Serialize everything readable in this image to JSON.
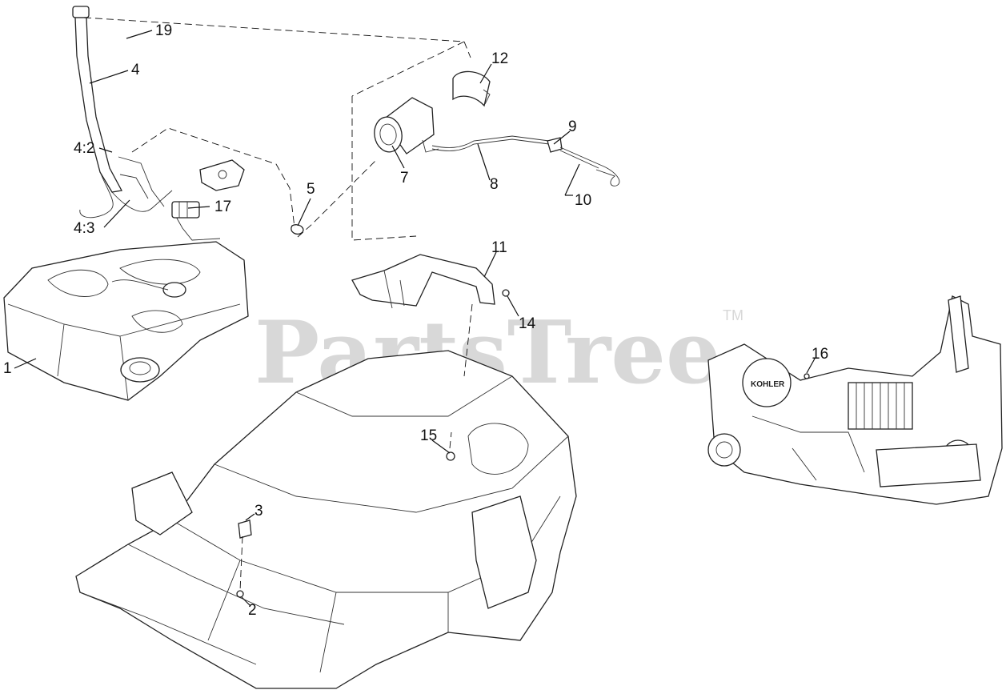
{
  "watermark": {
    "brand": "PartsTree",
    "trademark": "TM"
  },
  "engine_badge": "KOHLER",
  "callouts": [
    {
      "id": "19",
      "label": "19"
    },
    {
      "id": "4",
      "label": "4"
    },
    {
      "id": "4-2",
      "label": "4:2"
    },
    {
      "id": "4-3",
      "label": "4:3"
    },
    {
      "id": "17",
      "label": "17"
    },
    {
      "id": "5",
      "label": "5"
    },
    {
      "id": "1",
      "label": "1"
    },
    {
      "id": "12",
      "label": "12"
    },
    {
      "id": "7",
      "label": "7"
    },
    {
      "id": "8",
      "label": "8"
    },
    {
      "id": "9",
      "label": "9"
    },
    {
      "id": "10",
      "label": "10"
    },
    {
      "id": "11",
      "label": "11"
    },
    {
      "id": "14",
      "label": "14"
    },
    {
      "id": "16",
      "label": "16"
    },
    {
      "id": "15",
      "label": "15"
    },
    {
      "id": "3",
      "label": "3"
    },
    {
      "id": "2",
      "label": "2"
    }
  ]
}
